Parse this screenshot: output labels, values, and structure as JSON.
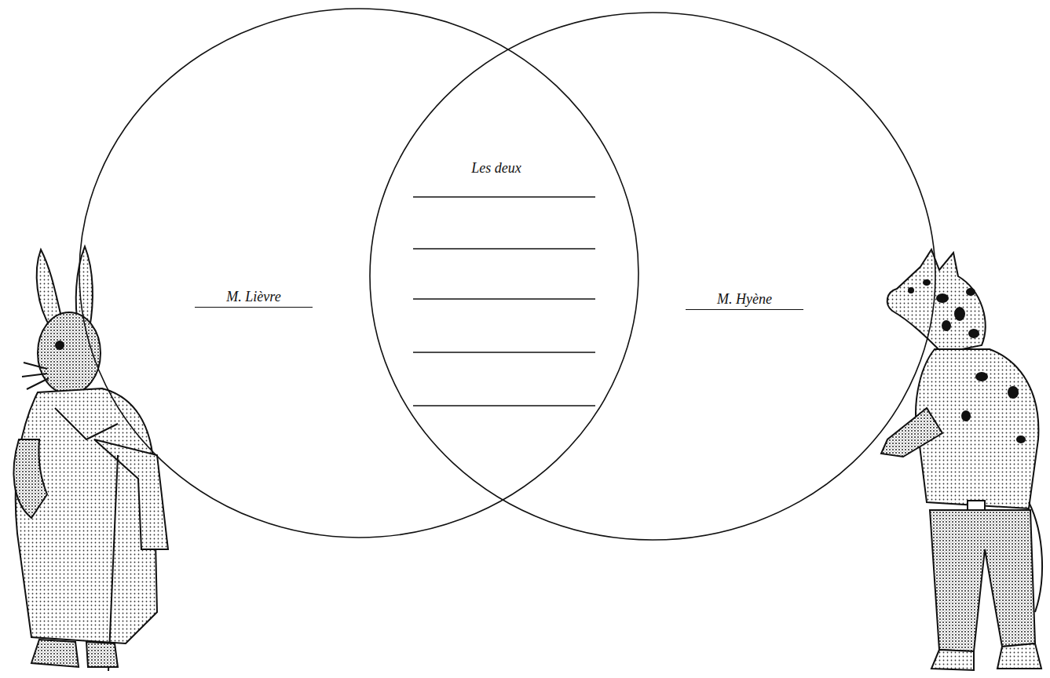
{
  "diagram": {
    "nodes": [
      {
        "text": [
          "M. Lièvre"
        ]
      },
      {
        "text": [
          "M. Hyène"
        ]
      }
    ],
    "labels": [
      "Les deux"
    ]
  }
}
